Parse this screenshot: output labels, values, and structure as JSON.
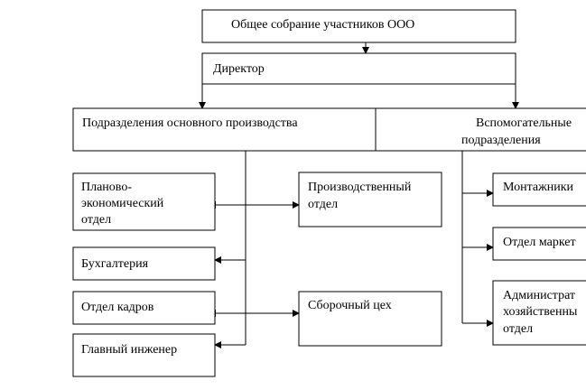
{
  "nodes": {
    "general_meeting": "Общее собрание участников ООО",
    "director": "Директор",
    "main_production_units": "Подразделения основного производства",
    "auxiliary_units": [
      "Вспомогательные",
      "подразделения"
    ],
    "planning_economic_dept": [
      "Планово-",
      "экономический",
      "отдел"
    ],
    "accounting": "Бухгалтерия",
    "hr_dept": "Отдел кадров",
    "chief_engineer": "Главный инженер",
    "production_dept": [
      "Производственный",
      "отдел"
    ],
    "assembly_shop": "Сборочный цех",
    "installers": "Монтажники",
    "marketing_dept": "Отдел маркет",
    "admin_dept": [
      "Администрат",
      "хозяйственны",
      "отдел"
    ]
  }
}
